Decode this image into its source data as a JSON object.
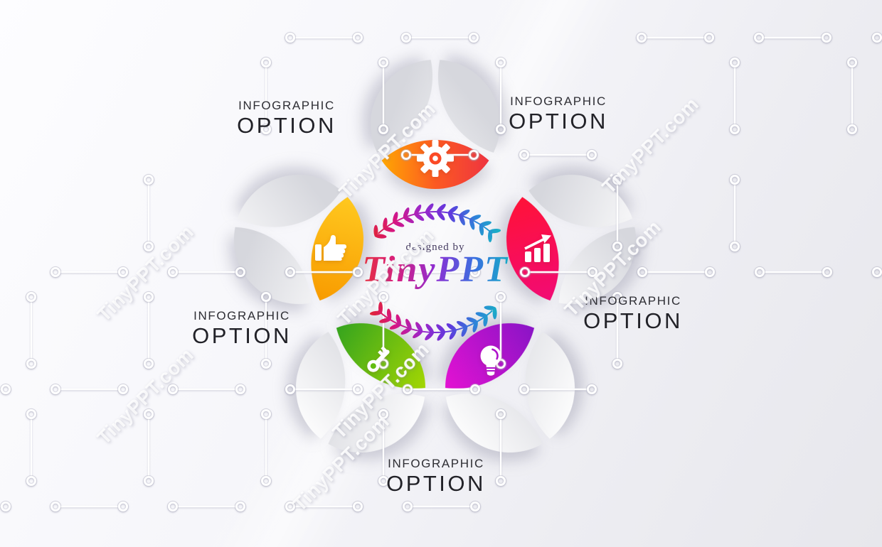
{
  "watermark": {
    "text": "TinyPPT.com"
  },
  "logo": {
    "designed_by": "designed by",
    "brand": "TinyPPT",
    "brand_gradient": [
      "#ef8d00",
      "#e6323b",
      "#d81f7f",
      "#8d2ed3",
      "#3b6fe0",
      "#14aec6",
      "#1ba04a"
    ],
    "wreath_colors": [
      "#e0262e",
      "#d61583",
      "#9c27c9",
      "#6038dd",
      "#2e83d9",
      "#16b6c2"
    ]
  },
  "labels": [
    {
      "position": "top-left",
      "line1": "INFOGRAPHIC",
      "line2": "OPTION"
    },
    {
      "position": "top-right",
      "line1": "INFOGRAPHIC",
      "line2": "OPTION"
    },
    {
      "position": "right",
      "line1": "INFOGRAPHIC",
      "line2": "OPTION"
    },
    {
      "position": "left",
      "line1": "INFOGRAPHIC",
      "line2": "OPTION"
    },
    {
      "position": "bottom",
      "line1": "INFOGRAPHIC",
      "line2": "OPTION"
    }
  ],
  "options": [
    {
      "name": "option-top",
      "icon": "gear-icon",
      "petal_colors": [
        "#ffa602",
        "#fc5a22",
        "#ee3440"
      ],
      "accent": "#fb4a26"
    },
    {
      "name": "option-right",
      "icon": "bar-chart-icon",
      "petal_colors": [
        "#ff1238",
        "#f20b74"
      ],
      "accent": "#f80e58"
    },
    {
      "name": "option-bottom-right",
      "icon": "lightbulb-icon",
      "petal_colors": [
        "#8a14c6",
        "#e312d2"
      ],
      "accent": "#ae12cb"
    },
    {
      "name": "option-bottom-left",
      "icon": "key-icon",
      "petal_colors": [
        "#a3d603",
        "#36a41e"
      ],
      "accent": "#63bd10"
    },
    {
      "name": "option-left",
      "icon": "thumbs-up-icon",
      "petal_colors": [
        "#f89b00",
        "#ffc81f"
      ],
      "accent": "#fbae10"
    }
  ],
  "palette": {
    "background_start": "#fdfdff",
    "background_end": "#e7e7ec",
    "segment_white_start": "#ffffff",
    "segment_white_end": "#d6d7dd",
    "circuit_line": "#ffffff",
    "circuit_ring_edge": "#bcbcca",
    "label_text": "#26262c",
    "designed_by_text": "#453b60"
  }
}
